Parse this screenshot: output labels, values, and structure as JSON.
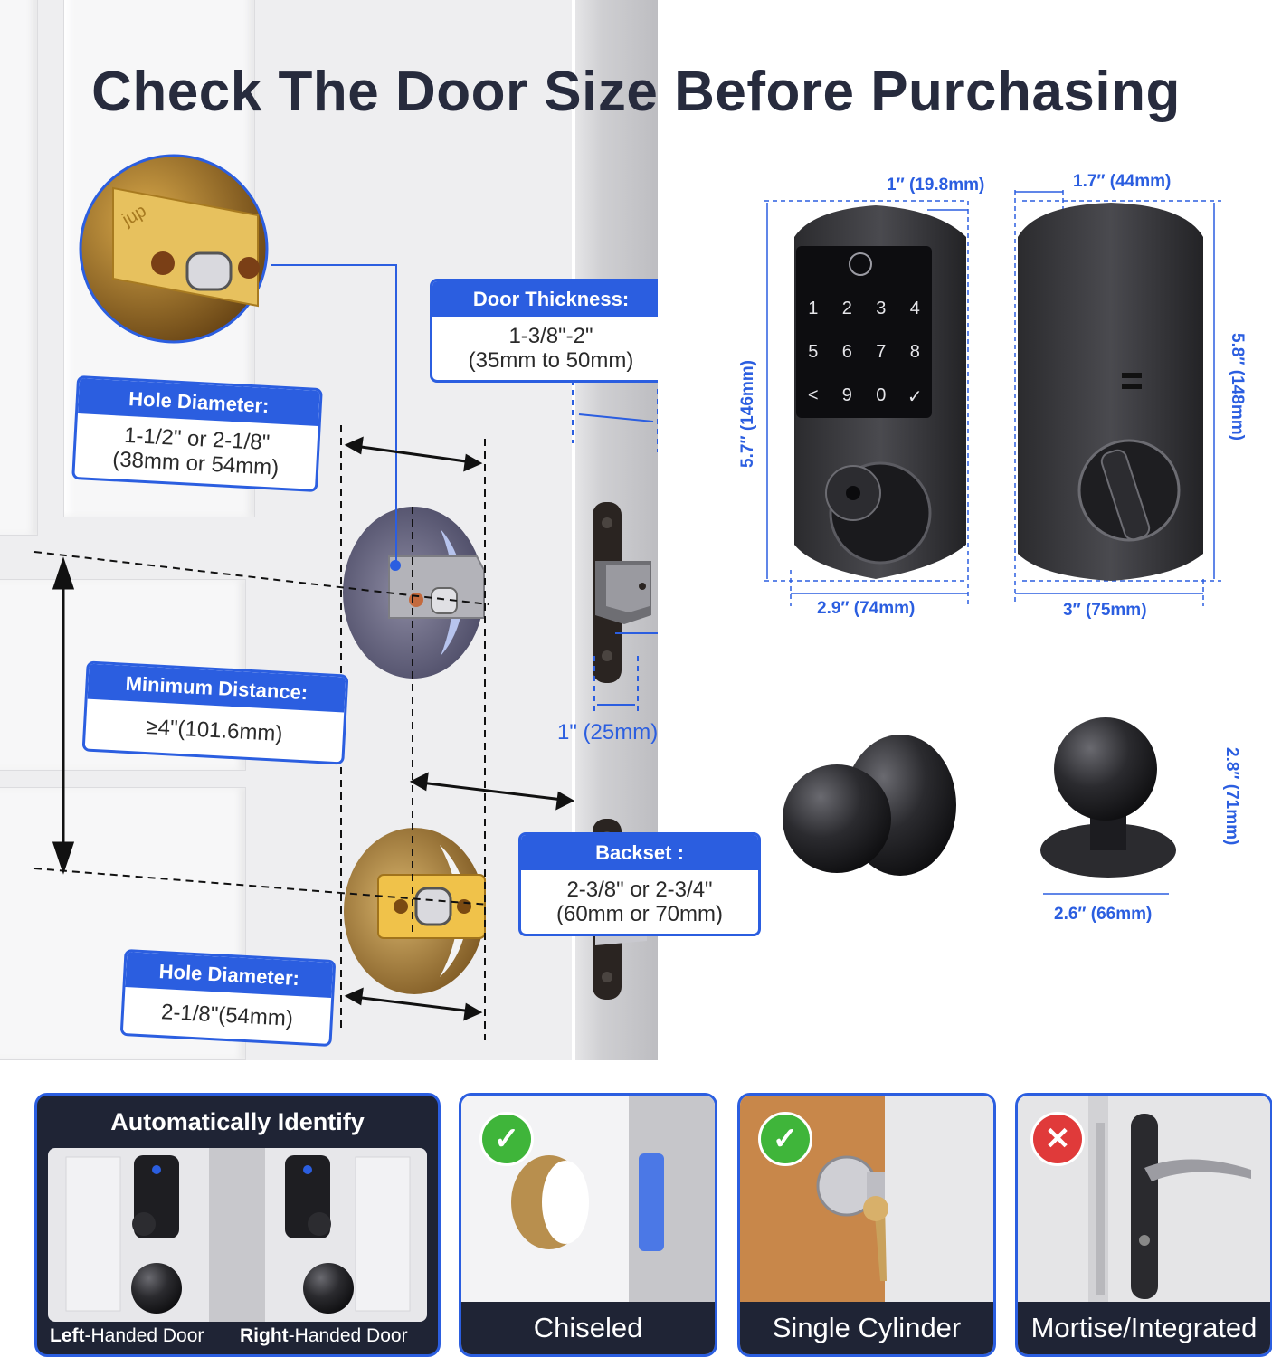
{
  "title": "Check The Door Size Before Purchasing",
  "callouts": {
    "hole_diameter_top": {
      "heading": "Hole Diameter:",
      "line1": "1-1/2\" or 2-1/8\"",
      "line2": "(38mm or 54mm)"
    },
    "door_thickness": {
      "heading": "Door Thickness:",
      "line1": "1-3/8\"-2\"",
      "line2": "(35mm to 50mm)"
    },
    "minimum_distance": {
      "heading": "Minimum Distance:",
      "line1": "≥4\"(101.6mm)"
    },
    "backset": {
      "heading": "Backset :",
      "line1": "2-3/8\" or 2-3/4\"",
      "line2": "(60mm or 70mm)"
    },
    "hole_diameter_bottom": {
      "heading": "Hole Diameter:",
      "line1": "2-1/8\"(54mm)"
    }
  },
  "latch_width_label": "1\" (25mm)",
  "stamp_text": "jup",
  "keypad": {
    "keys": [
      "1",
      "2",
      "3",
      "4",
      "5",
      "6",
      "7",
      "8",
      "<",
      "9",
      "0",
      "✓"
    ]
  },
  "dimensions": {
    "front_depth": "1″ (19.8mm)",
    "front_height": "5.7″ (146mm)",
    "front_width": "2.9″ (74mm)",
    "back_depth": "1.7″ (44mm)",
    "back_height": "5.8″ (148mm)",
    "back_width": "3″ (75mm)",
    "knob_height": "2.8″ (71mm)",
    "knob_width": "2.6″ (66mm)"
  },
  "bottom_cards": {
    "auto": {
      "title": "Automatically Identify",
      "left_bold": "Left",
      "left_rest": "-Handed Door",
      "right_bold": "Right",
      "right_rest": "-Handed Door"
    },
    "chiseled": {
      "caption": "Chiseled",
      "status": "check"
    },
    "single_cylinder": {
      "caption": "Single Cylinder",
      "status": "check"
    },
    "mortise": {
      "caption": "Mortise/Integrated",
      "status": "cross"
    }
  },
  "colors": {
    "accent": "#2b5ee0",
    "dark": "#1f2435",
    "ok": "#3fb53a",
    "bad": "#e03a3a",
    "title": "#272b3d"
  }
}
